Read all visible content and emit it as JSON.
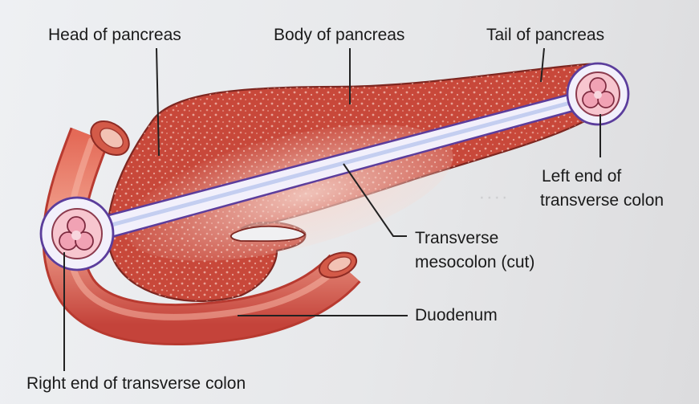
{
  "labels": {
    "head": "Head of pancreas",
    "body": "Body of pancreas",
    "tail": "Tail of pancreas",
    "left_end_line1": "Left end of",
    "left_end_line2": "transverse colon",
    "mesocolon_line1": "Transverse",
    "mesocolon_line2": "mesocolon (cut)",
    "duodenum": "Duodenum",
    "right_end": "Right end of transverse colon"
  },
  "colors": {
    "pancreas": "#c8483a",
    "duodenum": "#d2503f",
    "mesocolon_outline": "#5b3d9c",
    "mesocolon_fill": "#f2f0fb",
    "colon_pink": "#f1a2b4",
    "leader_line": "#222222"
  }
}
